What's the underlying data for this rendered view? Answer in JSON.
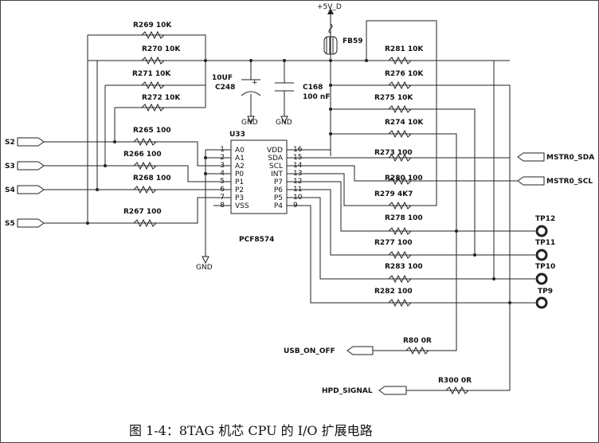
{
  "caption": "图 1-4：8TAG 机芯 CPU 的 I/O 扩展电路",
  "power_label": "+5V_D",
  "gnd_label": "GND",
  "chip": {
    "ref": "U33",
    "part": "PCF8574",
    "left_pins": [
      {
        "num": "1",
        "name": "A0"
      },
      {
        "num": "2",
        "name": "A1"
      },
      {
        "num": "3",
        "name": "A2"
      },
      {
        "num": "4",
        "name": "P0"
      },
      {
        "num": "5",
        "name": "P1"
      },
      {
        "num": "6",
        "name": "P2"
      },
      {
        "num": "7",
        "name": "P3"
      },
      {
        "num": "8",
        "name": "VSS"
      }
    ],
    "right_pins": [
      {
        "num": "16",
        "name": "VDD"
      },
      {
        "num": "15",
        "name": "SDA"
      },
      {
        "num": "14",
        "name": "SCL"
      },
      {
        "num": "13",
        "name": "INT"
      },
      {
        "num": "12",
        "name": "P7"
      },
      {
        "num": "11",
        "name": "P6"
      },
      {
        "num": "10",
        "name": "P5"
      },
      {
        "num": "9",
        "name": "P4"
      }
    ]
  },
  "components": {
    "fb59": "FB59",
    "c248_ref": "C248",
    "c248_val": "10UF",
    "c168_ref": "C168",
    "c168_val": "100 nF",
    "r269": "R269   10K",
    "r270": "R270   10K",
    "r271": "R271   10K",
    "r272": "R272   10K",
    "r265": "R265    100",
    "r266": "R266    100",
    "r268": "R268    100",
    "r267": "R267    100",
    "r281": "R281   10K",
    "r276": "R276   10K",
    "r275": "R275   10K",
    "r274": "R274   10K",
    "r273": "R273    100",
    "r280": "R280    100",
    "r279": "R279    4K7",
    "r278": "R278    100",
    "r277": "R277    100",
    "r283": "R283    100",
    "r282": "R282    100",
    "r80": "R80     0R",
    "r300": "R300    0R"
  },
  "ports": {
    "s2": "S2",
    "s3": "S3",
    "s4": "S4",
    "s5": "S5",
    "mstr_sda": "MSTR0_SDA",
    "mstr_scl": "MSTR0_SCL",
    "usb_on_off": "USB_ON_OFF",
    "hpd_signal": "HPD_SIGNAL"
  },
  "test_points": {
    "tp12": "TP12",
    "tp11": "TP11",
    "tp10": "TP10",
    "tp9": "TP9"
  }
}
